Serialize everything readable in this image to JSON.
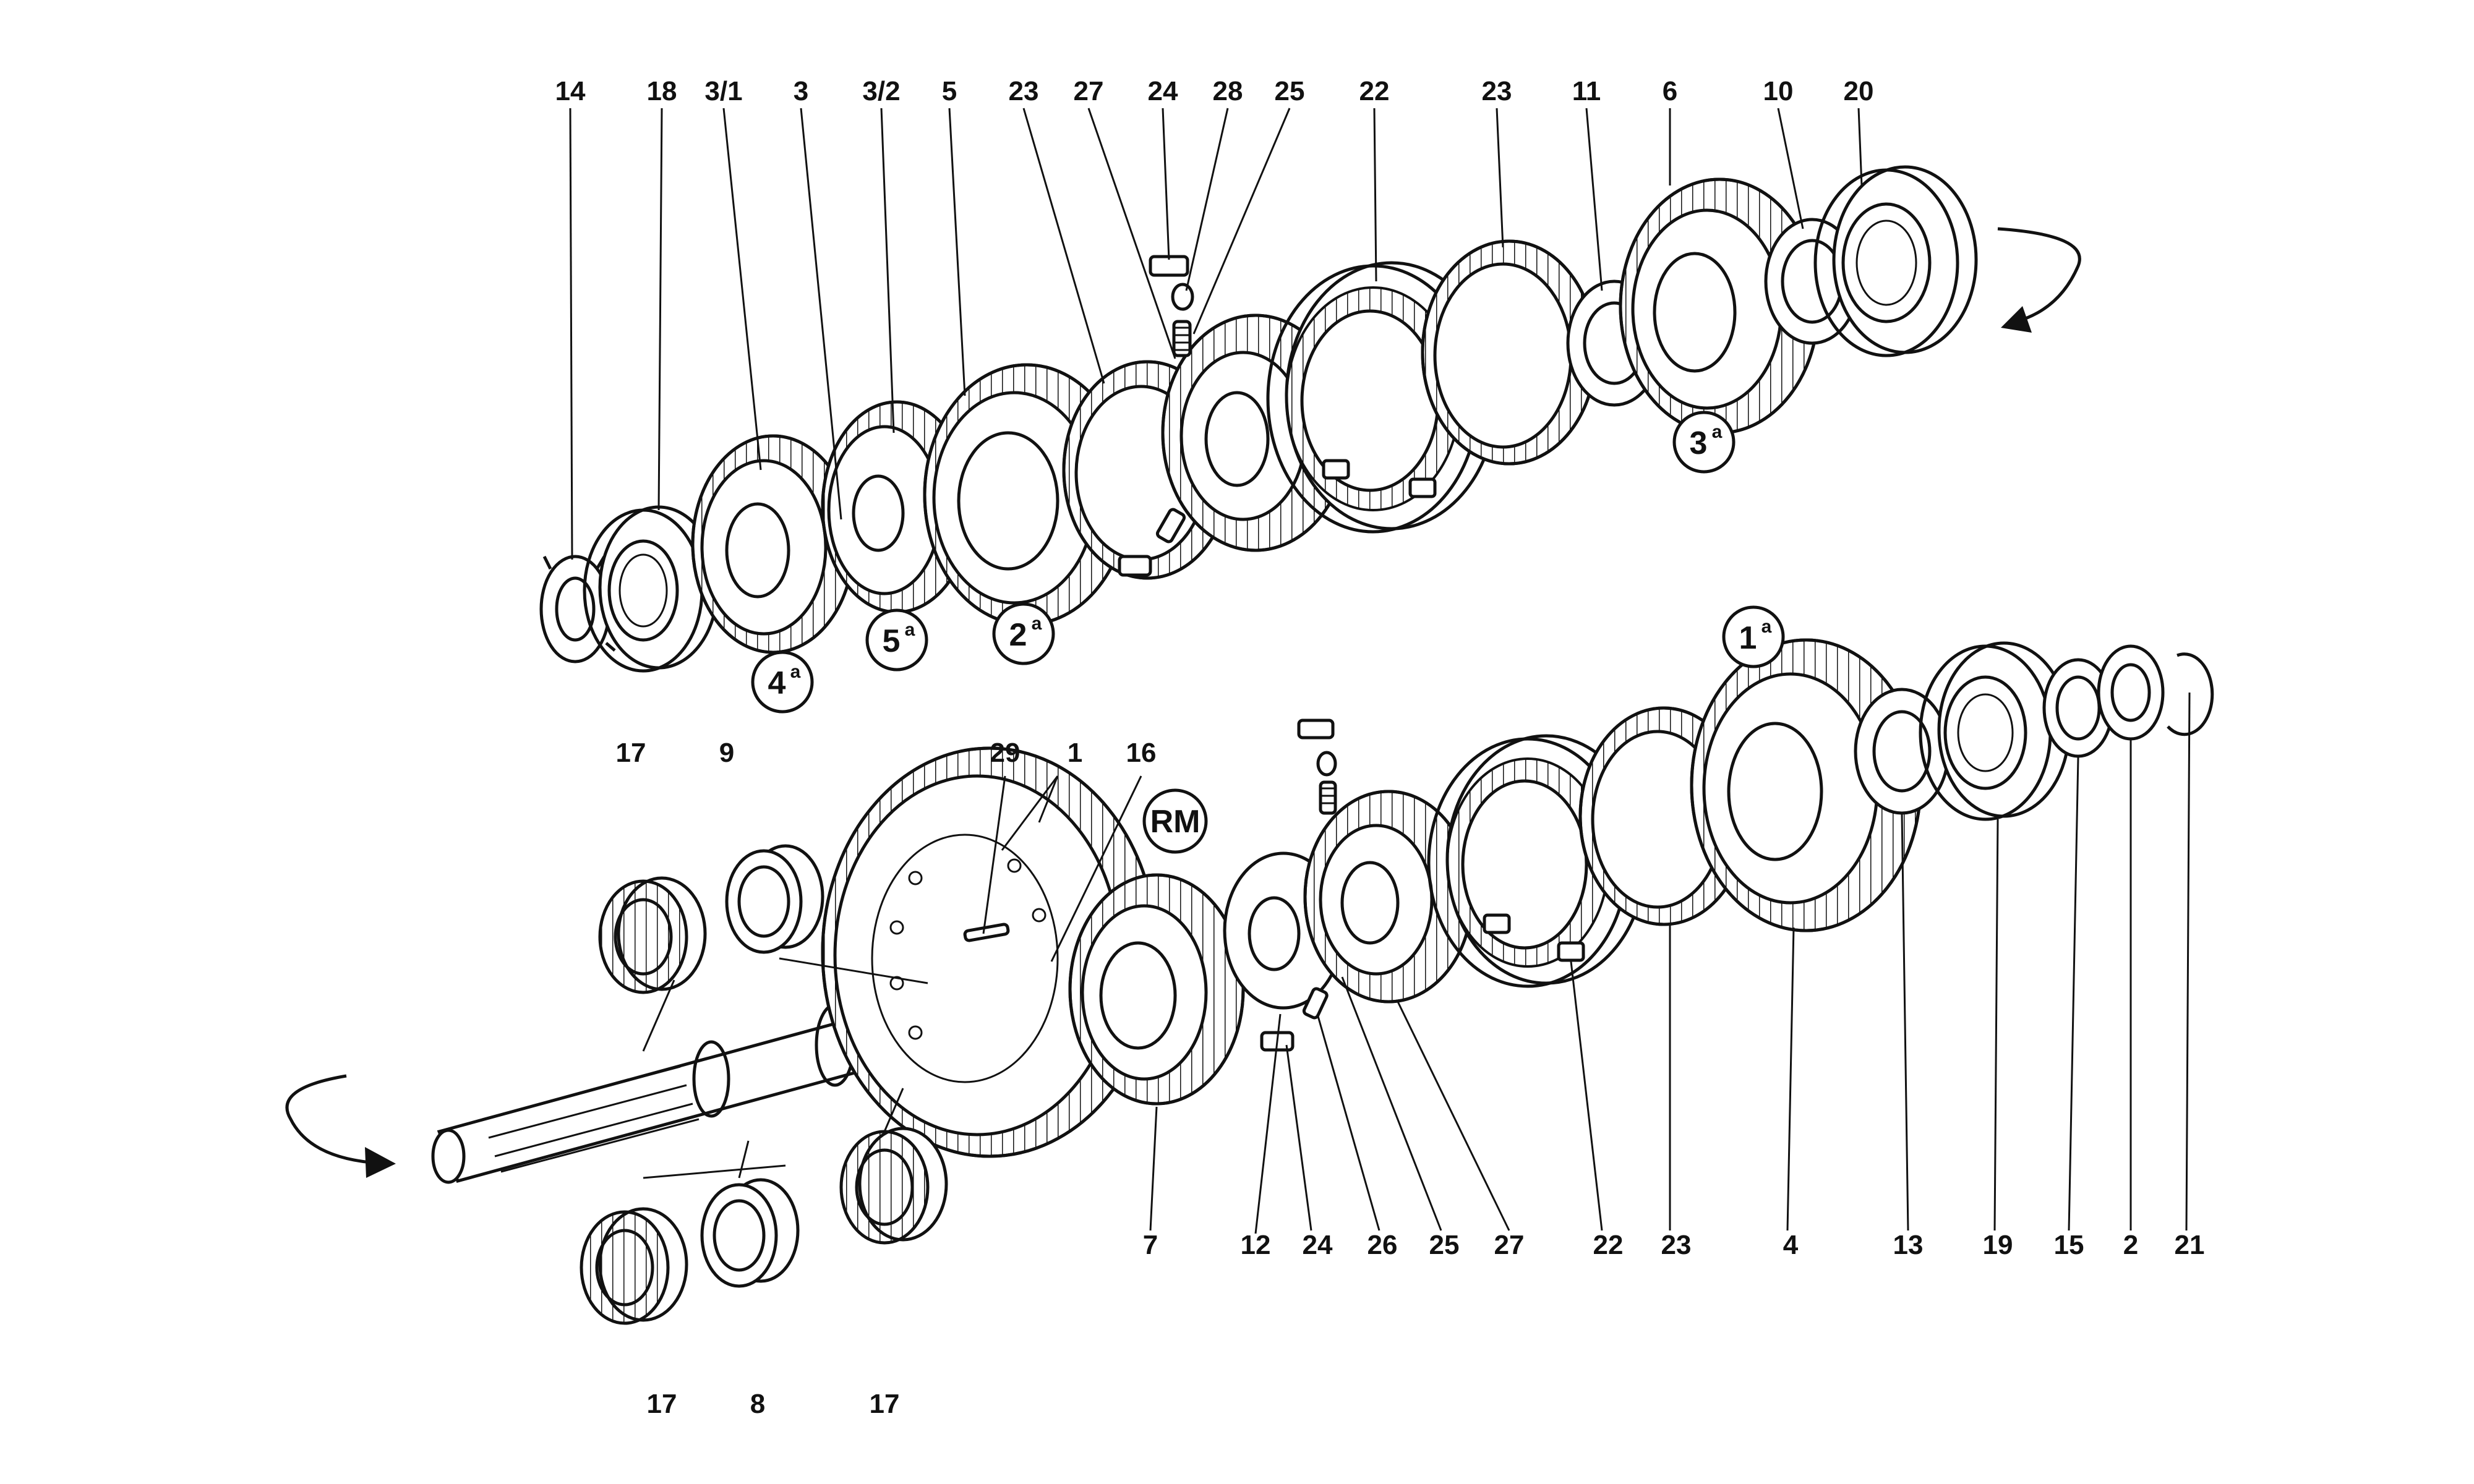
{
  "diagram": {
    "upper_shaft_labels": [
      "14",
      "18",
      "3/1",
      "3",
      "3/2",
      "5",
      "23",
      "27",
      "24",
      "28",
      "25",
      "22",
      "23",
      "11",
      "6",
      "10",
      "20"
    ],
    "lower_shaft_labels_top": [
      "17",
      "9",
      "29",
      "1",
      "16"
    ],
    "lower_shaft_labels_bottom": [
      "17",
      "8",
      "17",
      "7",
      "12",
      "24",
      "26",
      "25",
      "27",
      "22",
      "23",
      "4",
      "13",
      "19",
      "15",
      "2",
      "21"
    ],
    "gear_badges": [
      {
        "main": "4",
        "sup": "a"
      },
      {
        "main": "5",
        "sup": "a"
      },
      {
        "main": "2",
        "sup": "a"
      },
      {
        "main": "3",
        "sup": "a"
      },
      {
        "main": "1",
        "sup": "a"
      },
      {
        "main": "RM",
        "sup": ""
      }
    ]
  }
}
